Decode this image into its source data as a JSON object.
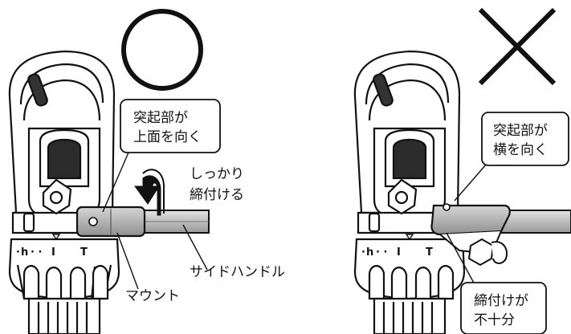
{
  "correct_panel": {
    "verdict_mark": "circle",
    "callout_protrusion": [
      "突起部が",
      "上面を向く"
    ],
    "callout_tighten": [
      "しっかり",
      "締付ける"
    ],
    "label_side_handle": "サイドハンドル",
    "label_mount": "マウント"
  },
  "incorrect_panel": {
    "verdict_mark": "cross",
    "callout_protrusion": [
      "突起部が",
      "横を向く"
    ],
    "callout_tighten": [
      "締付けが",
      "不十分"
    ]
  },
  "mode_ring_marks": [
    "h",
    "I",
    "T"
  ],
  "icons": {
    "ok": "circle-ok-icon",
    "ng": "cross-ng-icon",
    "rotate": "rotate-arrow-icon"
  }
}
